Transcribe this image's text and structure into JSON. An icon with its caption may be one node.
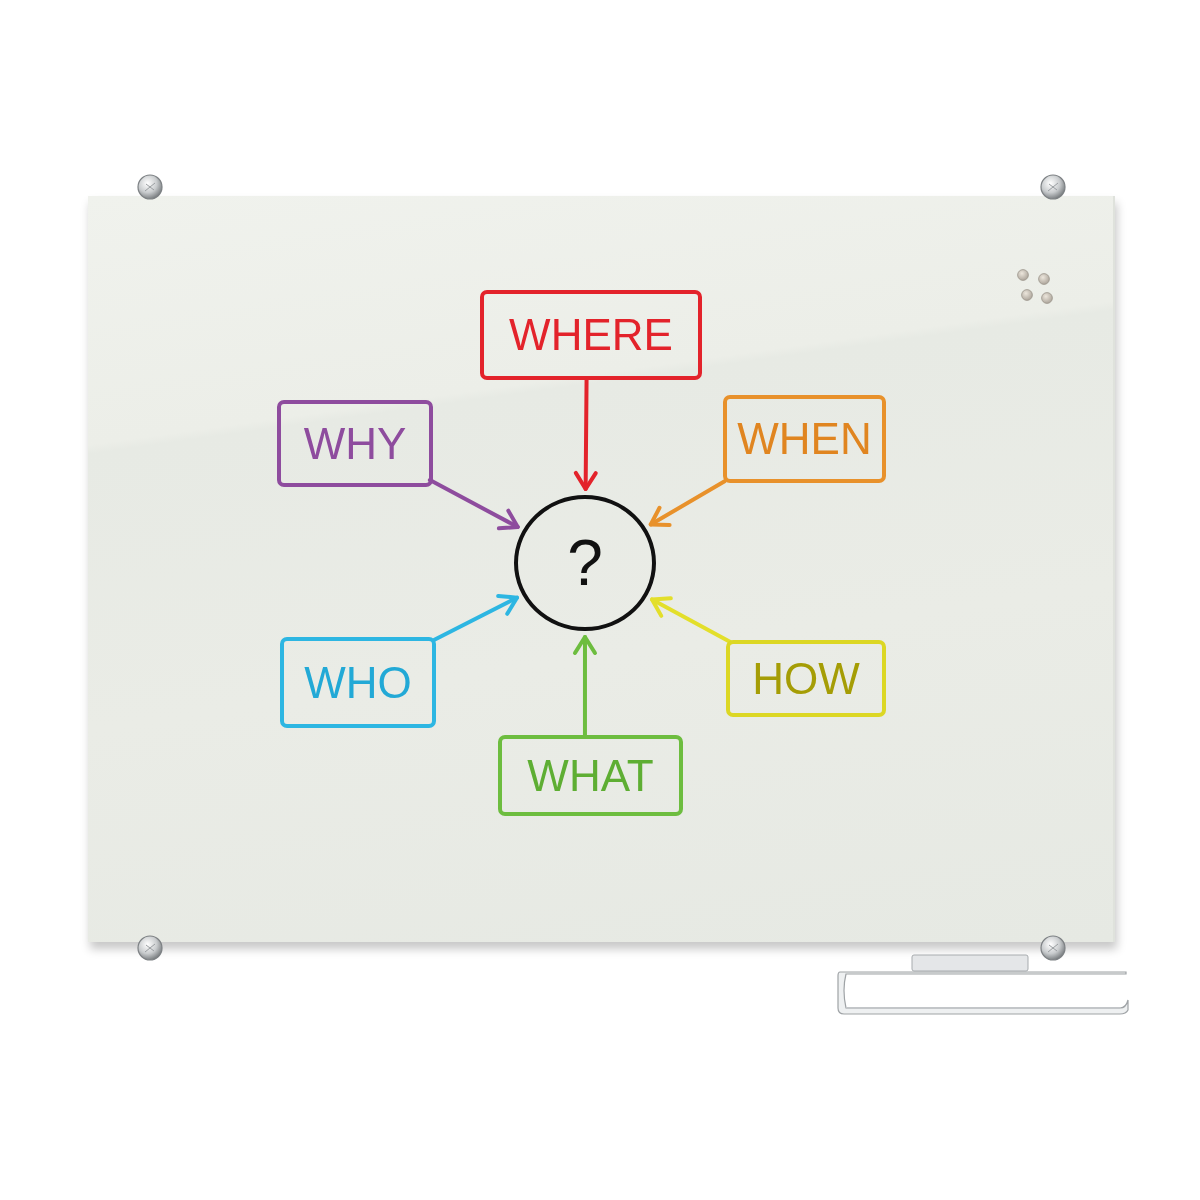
{
  "diagram": {
    "nodes": [
      {
        "text": [
          "WHERE"
        ]
      },
      {
        "text": [
          "WHY"
        ]
      },
      {
        "text": [
          "WHEN"
        ]
      },
      {
        "text": [
          "?"
        ]
      },
      {
        "text": [
          "WHO"
        ]
      },
      {
        "text": [
          "HOW"
        ]
      },
      {
        "text": [
          "WHAT"
        ]
      }
    ],
    "edges": [
      {
        "from": 0,
        "to": 3,
        "arrow": "to",
        "color": "#e3232b"
      },
      {
        "from": 1,
        "to": 3,
        "arrow": "to",
        "color": "#8e4c9e"
      },
      {
        "from": 2,
        "to": 3,
        "arrow": "to",
        "color": "#e8912b"
      },
      {
        "from": 4,
        "to": 3,
        "arrow": "to",
        "color": "#2db6e2"
      },
      {
        "from": 5,
        "to": 3,
        "arrow": "to",
        "color": "#e3df2a"
      },
      {
        "from": 6,
        "to": 3,
        "arrow": "to",
        "color": "#6dbd3f"
      }
    ]
  }
}
